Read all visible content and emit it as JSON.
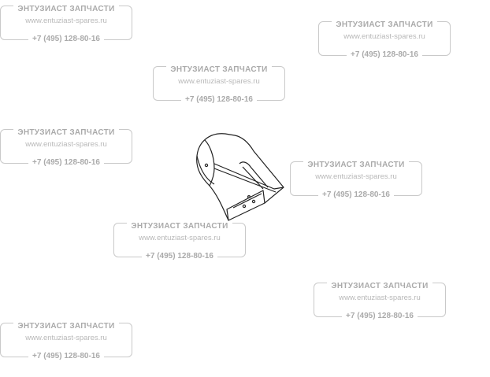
{
  "watermark": {
    "title": "ЭНТУЗИАСТ ЗАПЧАСТИ",
    "url": "www.entuziast-spares.ru",
    "phone": "+7 (495) 128-80-16"
  },
  "colors": {
    "watermark_text": "#aaaaaa",
    "watermark_border": "#c9c9c9",
    "drawing_line": "#222222"
  }
}
